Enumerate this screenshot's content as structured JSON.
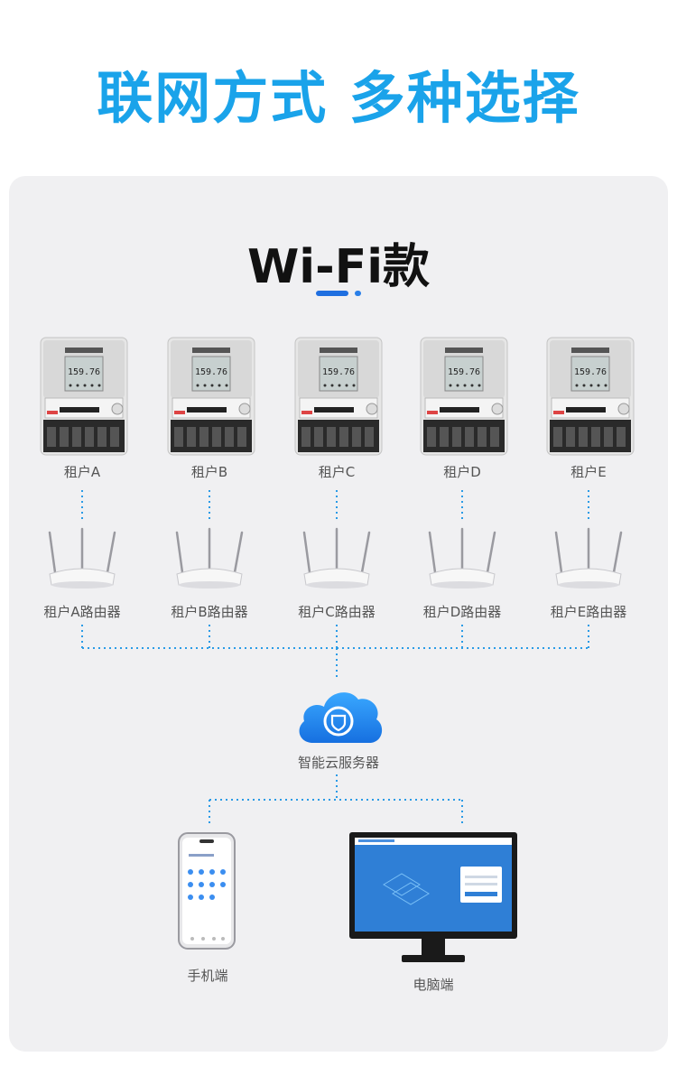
{
  "headline": "联网方式 多种选择",
  "section_title": "Wi-Fi款",
  "meter_display_value": "159.76",
  "tenants": [
    {
      "meter_label": "租户A",
      "router_label": "租户A路由器"
    },
    {
      "meter_label": "租户B",
      "router_label": "租户B路由器"
    },
    {
      "meter_label": "租户C",
      "router_label": "租户C路由器"
    },
    {
      "meter_label": "租户D",
      "router_label": "租户D路由器"
    },
    {
      "meter_label": "租户E",
      "router_label": "租户E路由器"
    }
  ],
  "cloud_label": "智能云服务器",
  "phone_label": "手机端",
  "pc_label": "电脑端",
  "colors": {
    "headline": "#1aa3ea",
    "accent": "#1f6fe0",
    "dotted_line": "#2a9be6",
    "cloud": "#1e8ff0",
    "panel_bg": "#f0f0f2"
  }
}
